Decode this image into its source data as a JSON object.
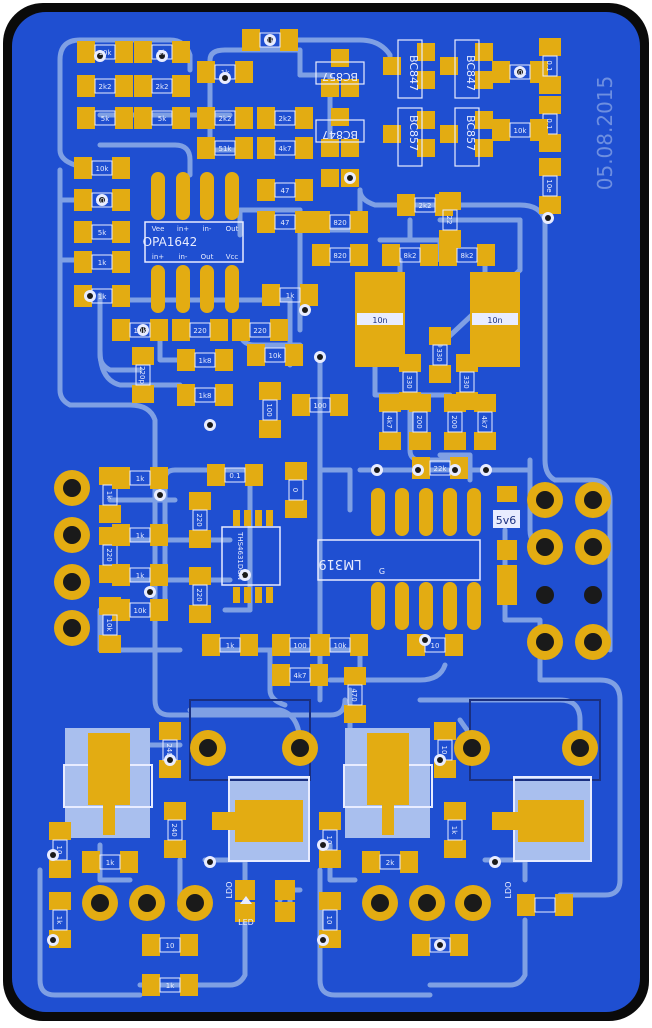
{
  "board": {
    "date": "05.08.2015",
    "colors": {
      "frame": "#0a0a0a",
      "copper": "#1f4fd1",
      "trace": "#7fa0e4",
      "pad": "#e3ac12",
      "silkscreen": "#e8ecff",
      "hole": "#1a1a1a",
      "light_pad": "#a9bfee"
    }
  },
  "ic_labels": {
    "opa": "OPA1642",
    "ths": "THS4631DGN",
    "lm": "LM319",
    "bc857_top": "BC857",
    "bc847_top_left": "BC847",
    "bc847_top_right": "BC847",
    "bc847_mid": "BC847",
    "bc857_mid_left": "BC857",
    "bc857_mid_right": "BC857"
  },
  "pin_labels": {
    "vee": "Vee",
    "inp": "in+",
    "inm": "in-",
    "out": "Out",
    "vcc": "Vcc",
    "g": "G"
  },
  "silk": {
    "led": "LED",
    "zener": "5v6",
    "ldo_left": "LDO",
    "ldo_right": "LDO"
  },
  "component_values": [
    "10k",
    "1k",
    "5k",
    "2k2",
    "2k2",
    "5k",
    "5k",
    "2k2",
    "2k2",
    "1k",
    "10k",
    "0.1",
    "0.1",
    "10e",
    "10k",
    "10k",
    "10k",
    "5k",
    "51k",
    "4k7",
    "1k",
    "1k",
    "47",
    "47",
    "820",
    "820",
    "8k2",
    "8k2",
    "2k2",
    "22",
    "10n",
    "10n",
    "330",
    "330",
    "330",
    "220",
    "220",
    "1k",
    "10k",
    "220p",
    "1k8",
    "1k8",
    "100",
    "100",
    "4k7",
    "200",
    "200",
    "4k7",
    "10k",
    "22k",
    "0",
    "0.1",
    "1k",
    "1k",
    "220",
    "220",
    "220",
    "1k",
    "1k",
    "10k",
    "10k",
    "1k",
    "100",
    "10k",
    "4k7",
    "470",
    "10",
    "10",
    "240",
    "240",
    "1k",
    "2k",
    "10",
    "10",
    "1k",
    "1k",
    "10",
    "10",
    "1k"
  ]
}
